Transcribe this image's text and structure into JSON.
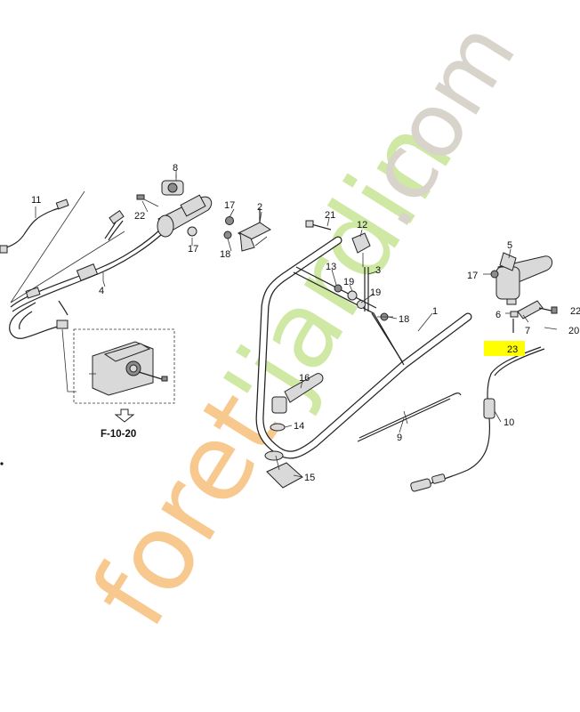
{
  "watermark": {
    "part1": "foret",
    "part2": "'jardin",
    "part3": ".com",
    "colors": {
      "orange": "#f7c98e",
      "green": "#cfe9a4",
      "gray": "#d8d4cc"
    }
  },
  "reference": "F-10-20",
  "highlight_color": "#ffff00",
  "labels": {
    "p1": "1",
    "p2": "2",
    "p3": "3",
    "p4": "4",
    "p5": "5",
    "p6": "6",
    "p7": "7",
    "p8": "8",
    "p9": "9",
    "p10": "10",
    "p11": "11",
    "p12": "12",
    "p13": "13",
    "p14": "14",
    "p15": "15",
    "p16": "16",
    "p17a": "17",
    "p17b": "17",
    "p17c": "17",
    "p18a": "18",
    "p18b": "18",
    "p19a": "19",
    "p19b": "19",
    "p20": "20",
    "p21": "21",
    "p22a": "22",
    "p22b": "22",
    "p23": "23"
  }
}
